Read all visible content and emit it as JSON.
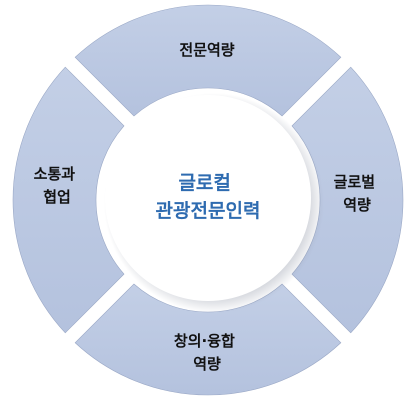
{
  "diagram": {
    "center": {
      "lines": [
        "글로컬",
        "관광전문인력"
      ],
      "text_color": "#2e6bb0"
    },
    "segments": [
      {
        "name": "top",
        "lines": [
          "전문역량"
        ]
      },
      {
        "name": "right",
        "lines": [
          "글로벌",
          "역량"
        ]
      },
      {
        "name": "bottom",
        "lines": [
          "창의·융합",
          "역량"
        ]
      },
      {
        "name": "left",
        "lines": [
          "소통과",
          "협업"
        ]
      }
    ],
    "colors": {
      "segment_fill": "#b4c2de",
      "segment_fill_light": "#c3cfe6",
      "segment_shadow": "#9aa8c6",
      "center_shadow": "#8f96a6"
    }
  }
}
